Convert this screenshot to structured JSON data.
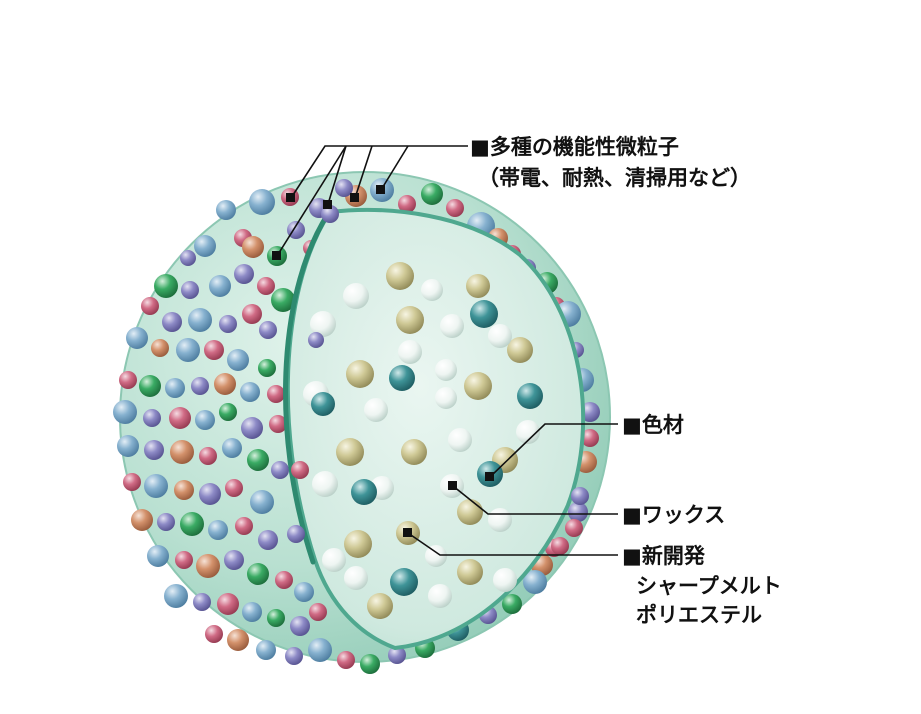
{
  "colors": {
    "background": "#ffffff",
    "shell_fill": "#bfe3d6",
    "shell_rim": "#4fa88f",
    "core_fill": "#d9efe7",
    "leader_line": "#111111",
    "label_text": "#111111"
  },
  "particle_palette": {
    "blue": "#6f9fc0",
    "purple": "#7b78b8",
    "red": "#c65a74",
    "green": "#2f9c58",
    "orange": "#c9835e",
    "teal": "#2f8a8f",
    "olive": "#bcb57a",
    "white": "#f2f6f4"
  },
  "labels": {
    "functional_particles": {
      "line1": "■多種の機能性微粒子",
      "line2": "（帯電、耐熱、清掃用など）"
    },
    "colorant": {
      "line1": "■色材"
    },
    "wax": {
      "line1": "■ワックス"
    },
    "polyester": {
      "line1": "■新開発",
      "line2": "シャープメルト",
      "line3": "ポリエステル"
    }
  }
}
